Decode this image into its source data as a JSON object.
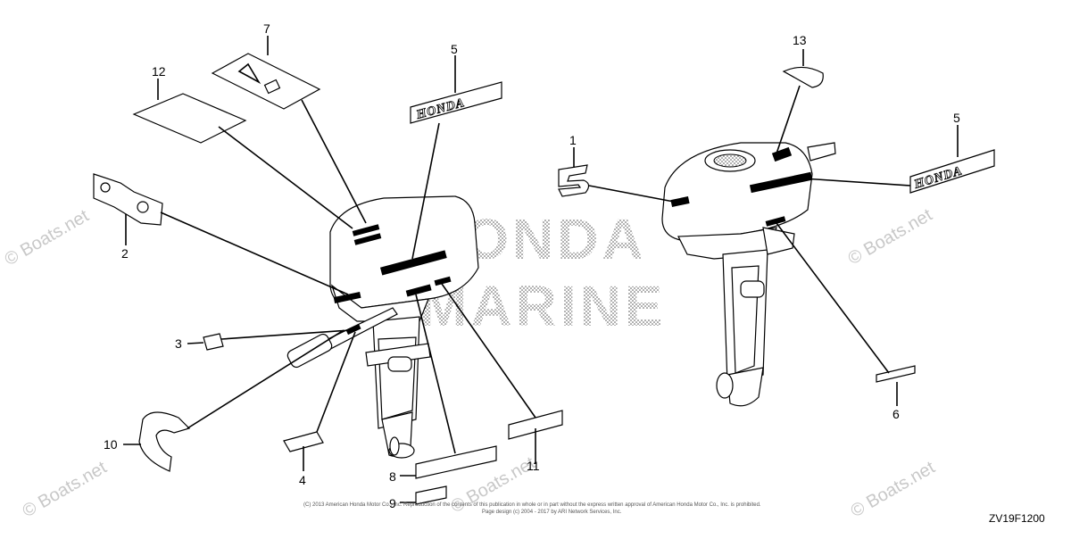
{
  "diagram": {
    "code": "ZV19F1200",
    "copyright_line1": "(C) 2013 American Honda Motor Co., Inc. Reproduction of the contents of this publication in whole or in part without the express written approval of American Honda Motor Co., Inc. is prohibited.",
    "copyright_line2": "Page design (c) 2004 - 2017 by ARI Network Services, Inc.",
    "brand_honda": "HONDA",
    "brand_marine": "MARINE",
    "watermark": "© Boats.net",
    "callouts": {
      "c1": "1",
      "c2": "2",
      "c3": "3",
      "c4": "4",
      "c5a": "5",
      "c5b": "5",
      "c6": "6",
      "c7": "7",
      "c8": "8",
      "c9": "9",
      "c10": "10",
      "c11": "11",
      "c12": "12",
      "c13": "13"
    },
    "decal_honda_a": "HONDA",
    "decal_honda_b": "HONDA"
  }
}
